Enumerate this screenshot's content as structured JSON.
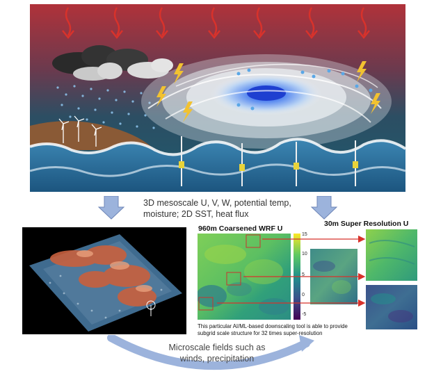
{
  "labels": {
    "middle_line1": "3D mesoscale U, V, W, potential temp,",
    "middle_line2": "moisture; 2D SST, heat flux",
    "coarse_title": "960m Coarsened WRF U",
    "super_title": "30m Super Resolution U",
    "caption_line1": "This particular AI/ML-based downscaling tool is able to provide",
    "caption_line2": "subgrid scale structure for 32 times super-resolution",
    "bottom_line1": "Microscale fields such as",
    "bottom_line2": "winds, precipitation"
  },
  "colorbar": {
    "ticks": [
      "15",
      "10",
      "5",
      "0",
      "-5"
    ],
    "colors": [
      "#fde725",
      "#5ec962",
      "#21918c",
      "#3b528b",
      "#440154"
    ]
  },
  "colors": {
    "sky_top": "#b5323a",
    "sky_bottom": "#1f5468",
    "ocean": "#2a6f9a",
    "arrow_blue": "#9cb3dc",
    "red_arrow": "#d8322b"
  },
  "icons": {
    "heat": "red-wavy-arrow-icon",
    "cloud": "storm-cloud-icon",
    "lightning": "lightning-icon",
    "turbine": "wind-turbine-icon"
  }
}
